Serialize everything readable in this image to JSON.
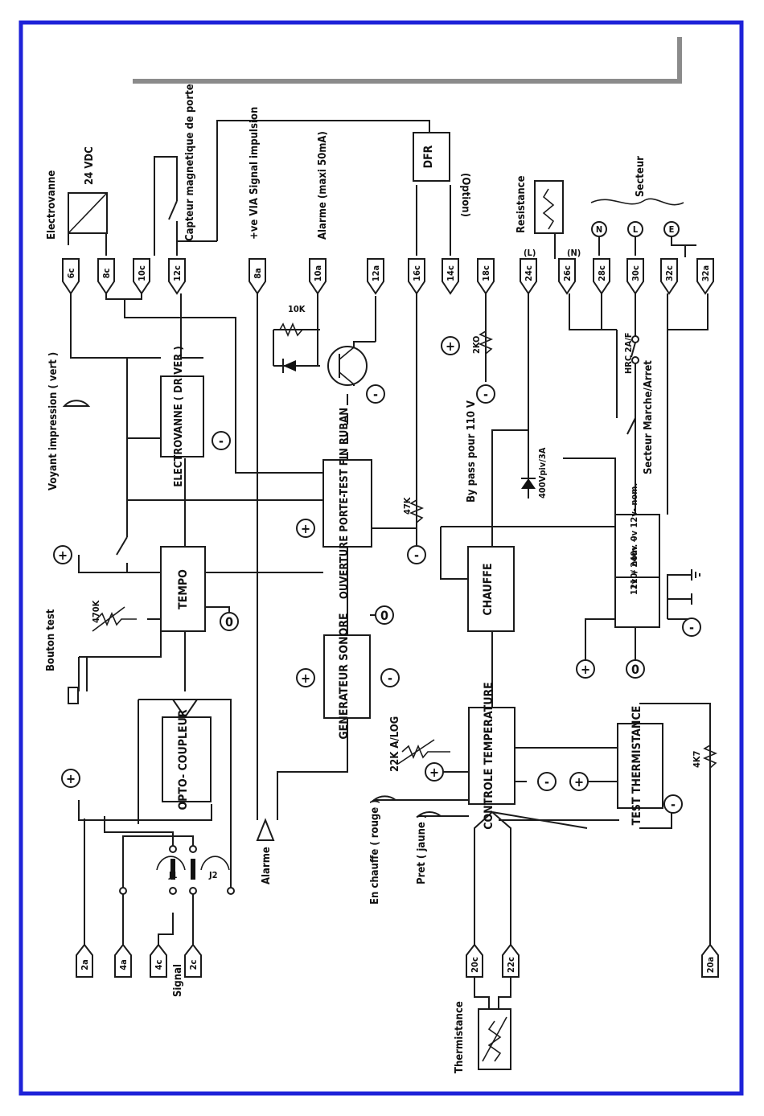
{
  "blocks": {
    "opto": "OPTO-\nCOUPLEUR",
    "tempo": "TEMPO",
    "electrovanne_driver": "ELECTROVANNE\n( DRIVER )",
    "generateur": "GENERATEUR\nSONORE",
    "ouverture": "OUVERTURE\nPORTE-TEST\nFIN RUBAN",
    "controle": "CONTROLE\nTEMPERATURE",
    "chauffe": "CHAUFFE",
    "test_thermistance": "TEST\nTHERMISTANCE",
    "alim": "12v + nom.\n0v\n12v- nom.",
    "alim_in": "110/\n240v\n~",
    "dfr": "DFR"
  },
  "pins": [
    "2a",
    "4a",
    "4c",
    "2c",
    "6c",
    "8c",
    "10c",
    "12c",
    "8a",
    "10a",
    "12a",
    "16c",
    "14c",
    "18c",
    "24c",
    "26c",
    "28c",
    "30c",
    "32c",
    "32a",
    "20c",
    "22c",
    "20a"
  ],
  "jumpers": [
    "J1",
    "J2"
  ],
  "nodes": {
    "N": "N",
    "L": "L",
    "E": "E"
  },
  "labels": {
    "signal": "Signal",
    "bouton_test": "Bouton test",
    "r470k": "470K",
    "voyant": "Voyant\nimpression\n( vert )",
    "electrovanne": "Electrovanne",
    "vdc": "24 VDC",
    "capteur": "Capteur magnetique\nde porte",
    "ve_signal": "+ve VIA Signal\nimpulsion",
    "alarme_maxi": "Alarme (maxi 50mA)",
    "r10k": "10K",
    "r47k": "47K",
    "alarme": "Alarme",
    "option": "(Option)",
    "resistance": "Resistance",
    "pinL": "(L)",
    "pinN": "(N)",
    "secteur": "Secteur",
    "r2ko": "2KO",
    "hrc": "HRC\n2A/F",
    "secteur_ma": "Secteur\nMarche/Arret",
    "bypass": "By pass\npour 110 V",
    "diode": "400Vpiv/3A",
    "r22k": "22K A/LOG",
    "en_chauffe": "En chauffe\n( rouge )",
    "pret": "Pret\n( jaune )",
    "r4k7": "4K7",
    "thermistance": "Thermistance"
  },
  "symbols": {
    "plus": "+",
    "minus": "-",
    "zero": "0"
  }
}
